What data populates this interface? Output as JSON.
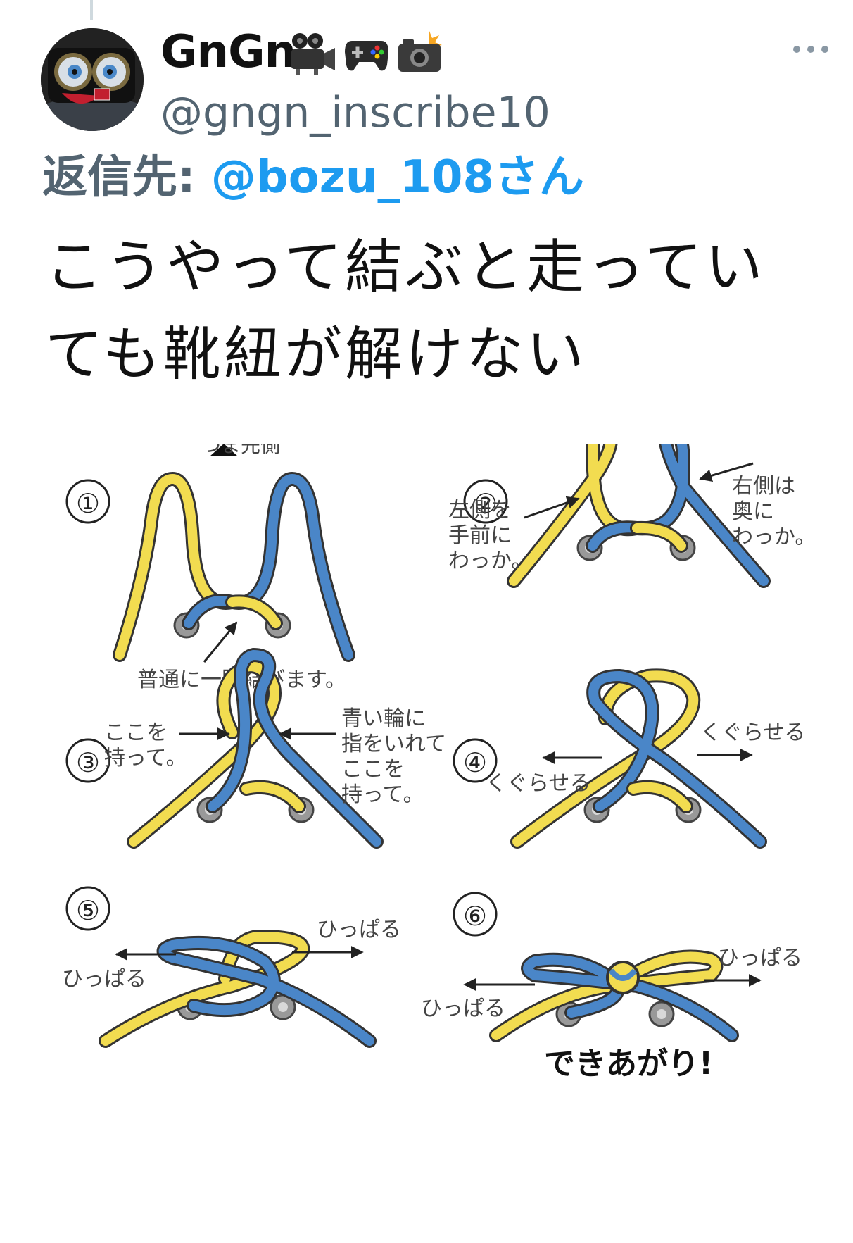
{
  "author": {
    "display_name": "GnGn",
    "handle": "@gngn_inscribe10",
    "emoji_icons": [
      "movie-camera-icon",
      "game-controller-icon",
      "flash-camera-icon"
    ]
  },
  "reply": {
    "prefix": "返信先: ",
    "mention": "@bozu_108さん"
  },
  "tweet": {
    "text_line1": "こうやって結ぶと走ってい",
    "text_line2": "ても靴紐が解けない"
  },
  "diagram": {
    "steps": [
      {
        "number": "①",
        "labels": [
          "つま先側",
          "普通に一回結びます。"
        ]
      },
      {
        "number": "②",
        "labels": [
          "左側を",
          "手前に",
          "わっか。",
          "右側は",
          "奥に",
          "わっか。"
        ]
      },
      {
        "number": "③",
        "labels": [
          "ここを",
          "持って。",
          "青い輪に",
          "指をいれて",
          "ここを",
          "持って。"
        ]
      },
      {
        "number": "④",
        "labels": [
          "くぐらせる",
          "くぐらせる"
        ]
      },
      {
        "number": "⑤",
        "labels": [
          "ひっぱる",
          "ひっぱる"
        ]
      },
      {
        "number": "⑥",
        "labels": [
          "ひっぱる",
          "ひっぱる",
          "できあがり!"
        ]
      }
    ]
  },
  "colors": {
    "yellow_lace": "#f2dc50",
    "blue_lace": "#4a86c8",
    "lace_outline": "#333333",
    "handle_gray": "#536471",
    "mention_blue": "#1d9bf0"
  }
}
